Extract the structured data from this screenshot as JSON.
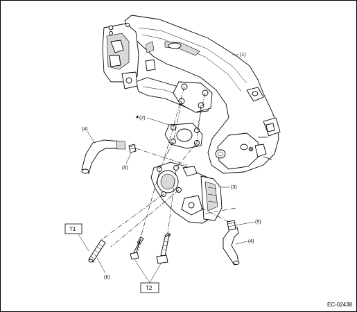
{
  "callouts": {
    "c1": "(1)",
    "c2": "(2)",
    "c3": "(3)",
    "c4a": "(4)",
    "c4b": "(4)",
    "c5a": "(5)",
    "c5b": "(5)",
    "c6": "(6)"
  },
  "boxes": {
    "t1": "T1",
    "t2": "T2"
  },
  "star": "★",
  "figure_code": "EC-02438"
}
